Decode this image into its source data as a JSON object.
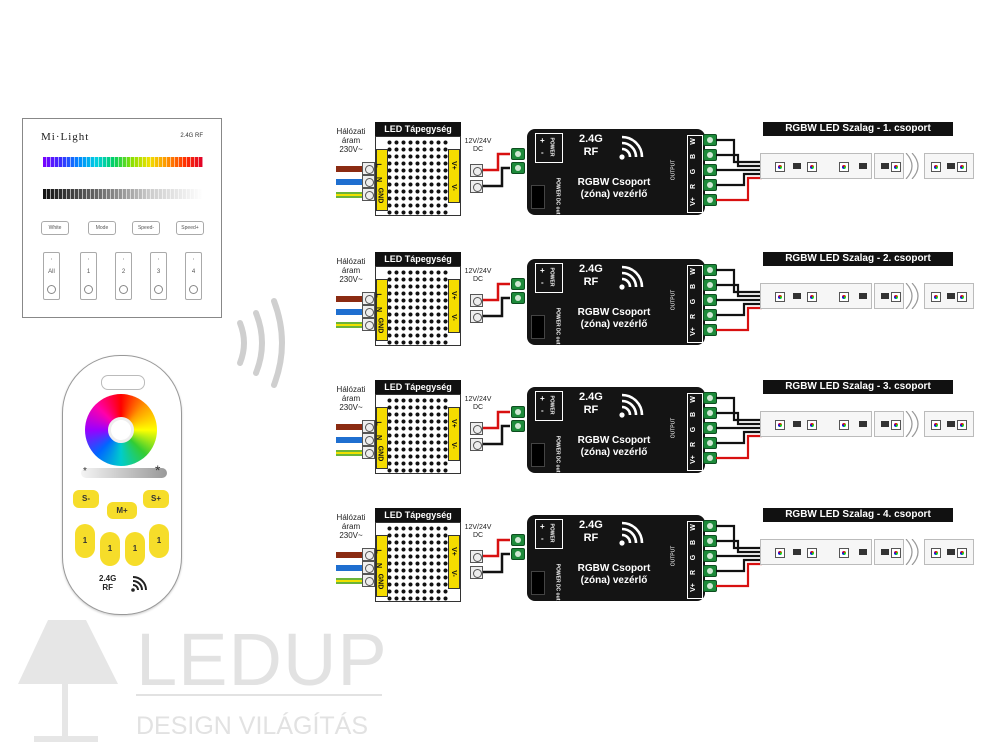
{
  "wall_panel": {
    "brand": "Mi·Light",
    "rf_label": "2.4G RF",
    "buttons": [
      "White",
      "Mode",
      "Speed-",
      "Speed+"
    ],
    "zones": [
      {
        "top": "I",
        "num": "All"
      },
      {
        "top": "I",
        "num": "1"
      },
      {
        "top": "I",
        "num": "2"
      },
      {
        "top": "I",
        "num": "3"
      },
      {
        "top": "I",
        "num": "4"
      }
    ]
  },
  "remote": {
    "btn_s_minus": "S-",
    "btn_m_plus": "M+",
    "btn_s_plus": "S+",
    "zone_digits": [
      "1",
      "1",
      "1",
      "1"
    ],
    "rf_line1": "2.4G",
    "rf_line2": "RF",
    "star": "*"
  },
  "row_labels": {
    "mains": [
      "Hálózati",
      "áram",
      "230V~"
    ],
    "psu_title": "LED Tápegység",
    "psu_left": [
      "L",
      "N",
      "GND"
    ],
    "psu_right": [
      "V+",
      "V-"
    ],
    "dc": [
      "12V/24V",
      "DC"
    ],
    "ctrl_g": [
      "2.4G",
      "RF"
    ],
    "ctrl_name": [
      "RGBW Csoport",
      "(zóna) vezérlő"
    ],
    "power": "POWER",
    "power_dc": "POWER DC out",
    "plus": "+",
    "minus": "-",
    "output": "OUTPUT",
    "channels": [
      "V+",
      "R",
      "G",
      "B",
      "W"
    ]
  },
  "rows": [
    {
      "strip_title": "RGBW LED Szalag - 1. csoport"
    },
    {
      "strip_title": "RGBW LED Szalag - 2. csoport"
    },
    {
      "strip_title": "RGBW LED Szalag - 3. csoport"
    },
    {
      "strip_title": "RGBW LED Szalag - 4. csoport"
    }
  ],
  "logo": {
    "name": "LEDUP",
    "tagline": "DESIGN VILÁGÍTÁS"
  },
  "colors": {
    "wire_brown": "#8b2b12",
    "wire_blue": "#1f6fd0",
    "wire_ground": "#6ab43a",
    "wire_red": "#d81010",
    "controller_bg": "#141414",
    "psu_label": "#f5dc00",
    "remote_button": "#f6dd2a"
  }
}
